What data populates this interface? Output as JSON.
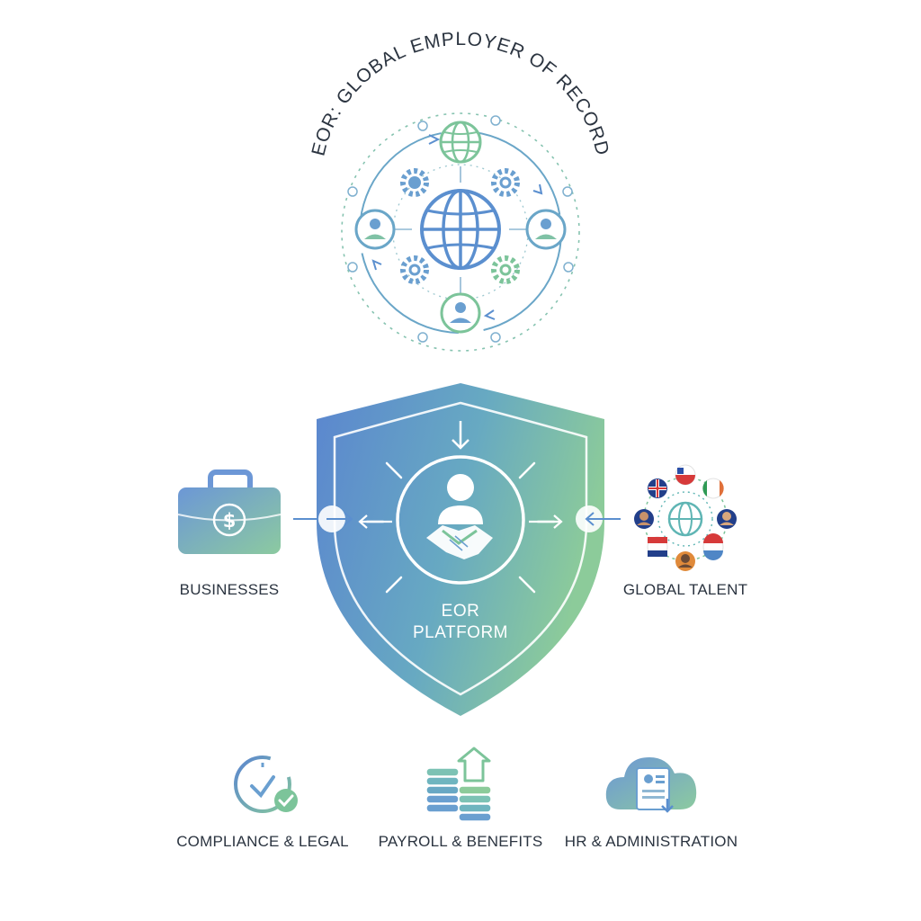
{
  "header": {
    "title": "EOR: GLOBAL EMPLOYER OF RECORD"
  },
  "center": {
    "line1": "EOR",
    "line2": "PLATFORM"
  },
  "left": {
    "label": "BUSINESSES"
  },
  "right": {
    "label": "GLOBAL TALENT"
  },
  "bottom": [
    {
      "label": "COMPLIANCE & LEGAL",
      "icon": "clock-check-icon"
    },
    {
      "label": "PAYROLL & BENEFITS",
      "icon": "coin-stack-icon"
    },
    {
      "label": "HR & ADMINISTRATION",
      "icon": "cloud-document-icon"
    }
  ],
  "colors": {
    "blue": "#4f86c6",
    "green": "#7cc49a",
    "teal": "#5fb5b4",
    "text": "#2b3440"
  }
}
